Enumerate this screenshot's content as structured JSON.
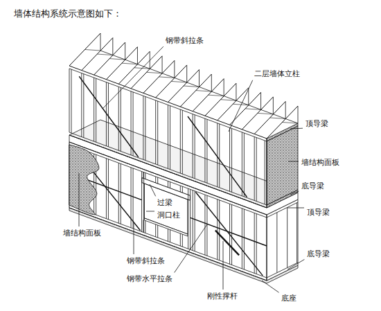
{
  "diagram": {
    "title": "墙体结构系统示意图如下：",
    "labels": [
      "钢带斜拉条",
      "二层墙体立柱",
      "顶导梁",
      "墙结构面板",
      "底导梁",
      "过梁",
      "洞口柱",
      "墙结构面板",
      "顶导梁",
      "底导梁",
      "钢带斜拉条",
      "钢带水平拉条",
      "刚性撑杆",
      "底座"
    ]
  }
}
